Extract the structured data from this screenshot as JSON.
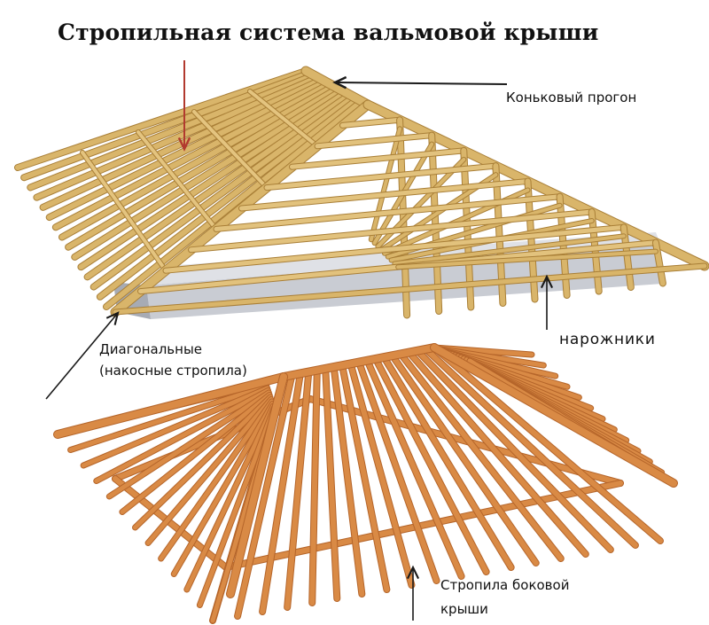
{
  "title": "Стропильная система вальмовой крыши",
  "labels": {
    "ridge_beam": "Коньковый прогон",
    "hip_rafters_line1": "Диагональные",
    "hip_rafters_line2": "(накосные стропила)",
    "jack_rafters": "нарожники",
    "side_rafters_line1": "Стропила боковой",
    "side_rafters_line2": "крыши"
  },
  "colors": {
    "timber_light": "#d9b56a",
    "timber_edge": "#a97f37",
    "timber_orange": "#d98a45",
    "timber_orange_edge": "#b5652a",
    "wall": "#c9ccd3",
    "wall_shadow": "#a7abb4",
    "arrow_dark": "#1a1a1a",
    "arrow_red": "#b23a2f"
  }
}
